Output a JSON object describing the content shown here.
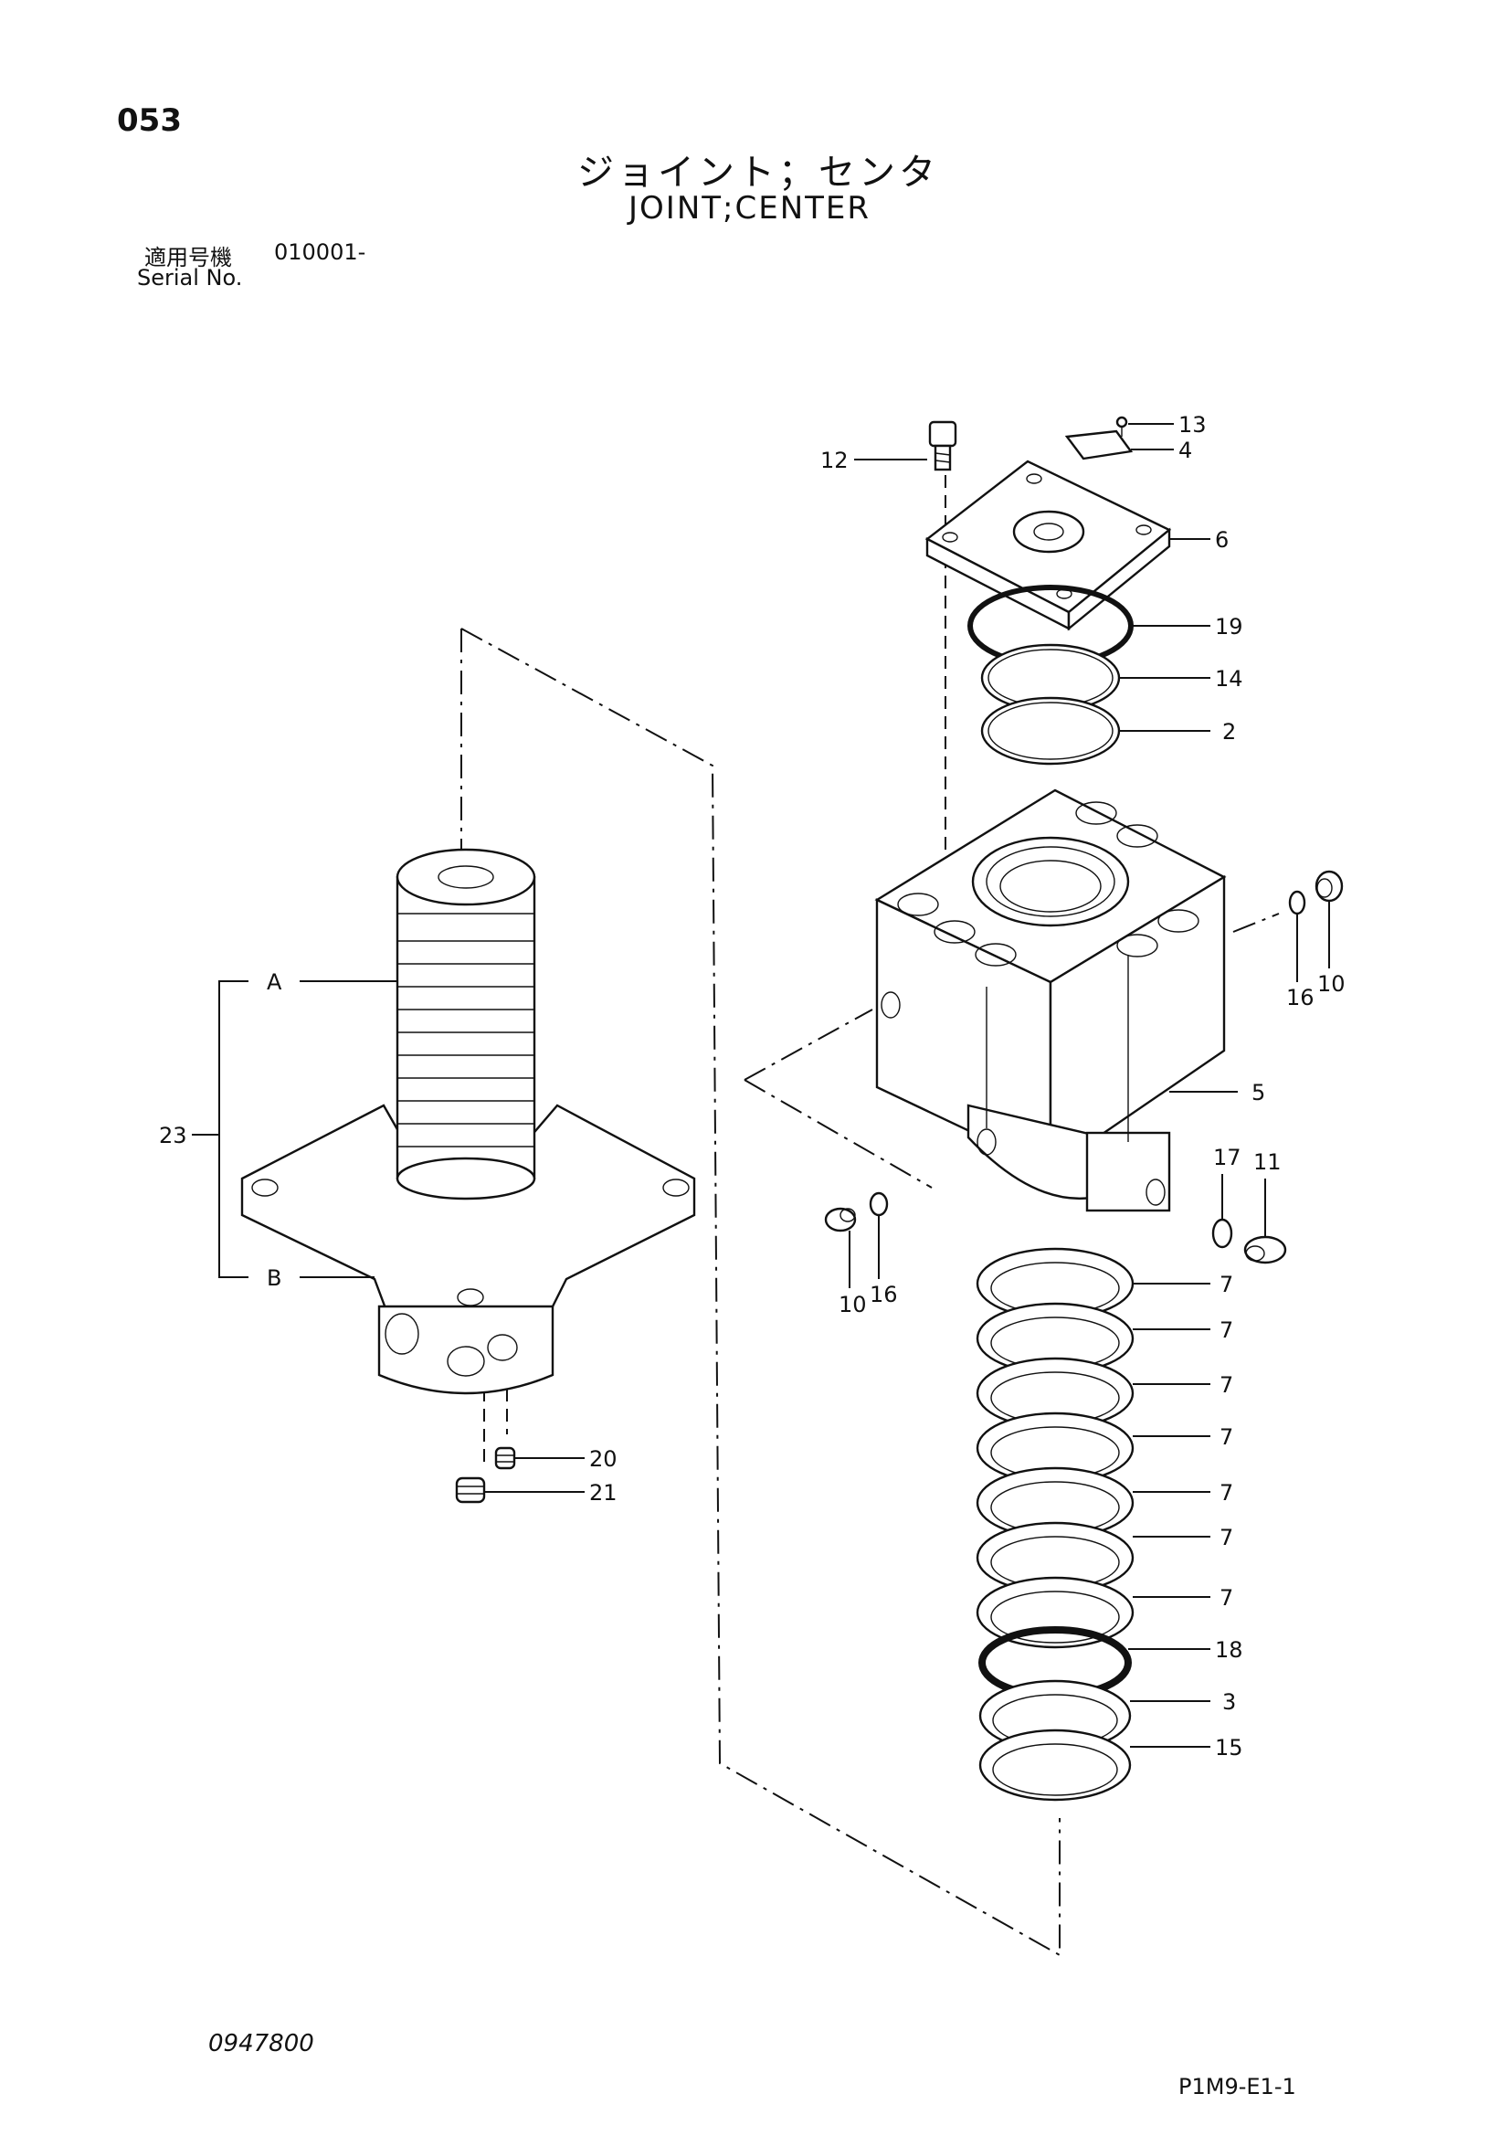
{
  "header": {
    "page_number": "053",
    "title_jp": "ジョイント；センタ",
    "title_en": "JOINT;CENTER",
    "serial_label_jp": "適用号機",
    "serial_value": "010001-",
    "serial_label_en": "Serial No."
  },
  "footer": {
    "document_number": "0947800",
    "page_code": "P1M9-E1-1"
  },
  "callouts": {
    "c12": "12",
    "c13": "13",
    "c4": "4",
    "c6": "6",
    "c19": "19",
    "c14": "14",
    "c2": "2",
    "c16a": "16",
    "c10a": "10",
    "c5": "5",
    "c17": "17",
    "c11": "11",
    "c10b": "10",
    "c16b": "16",
    "c7a": "7",
    "c7b": "7",
    "c7c": "7",
    "c7d": "7",
    "c7e": "7",
    "c7f": "7",
    "c7g": "7",
    "c18": "18",
    "c3": "3",
    "c15": "15",
    "cA": "A",
    "cB": "B",
    "c23": "23",
    "c20": "20",
    "c21": "21"
  }
}
